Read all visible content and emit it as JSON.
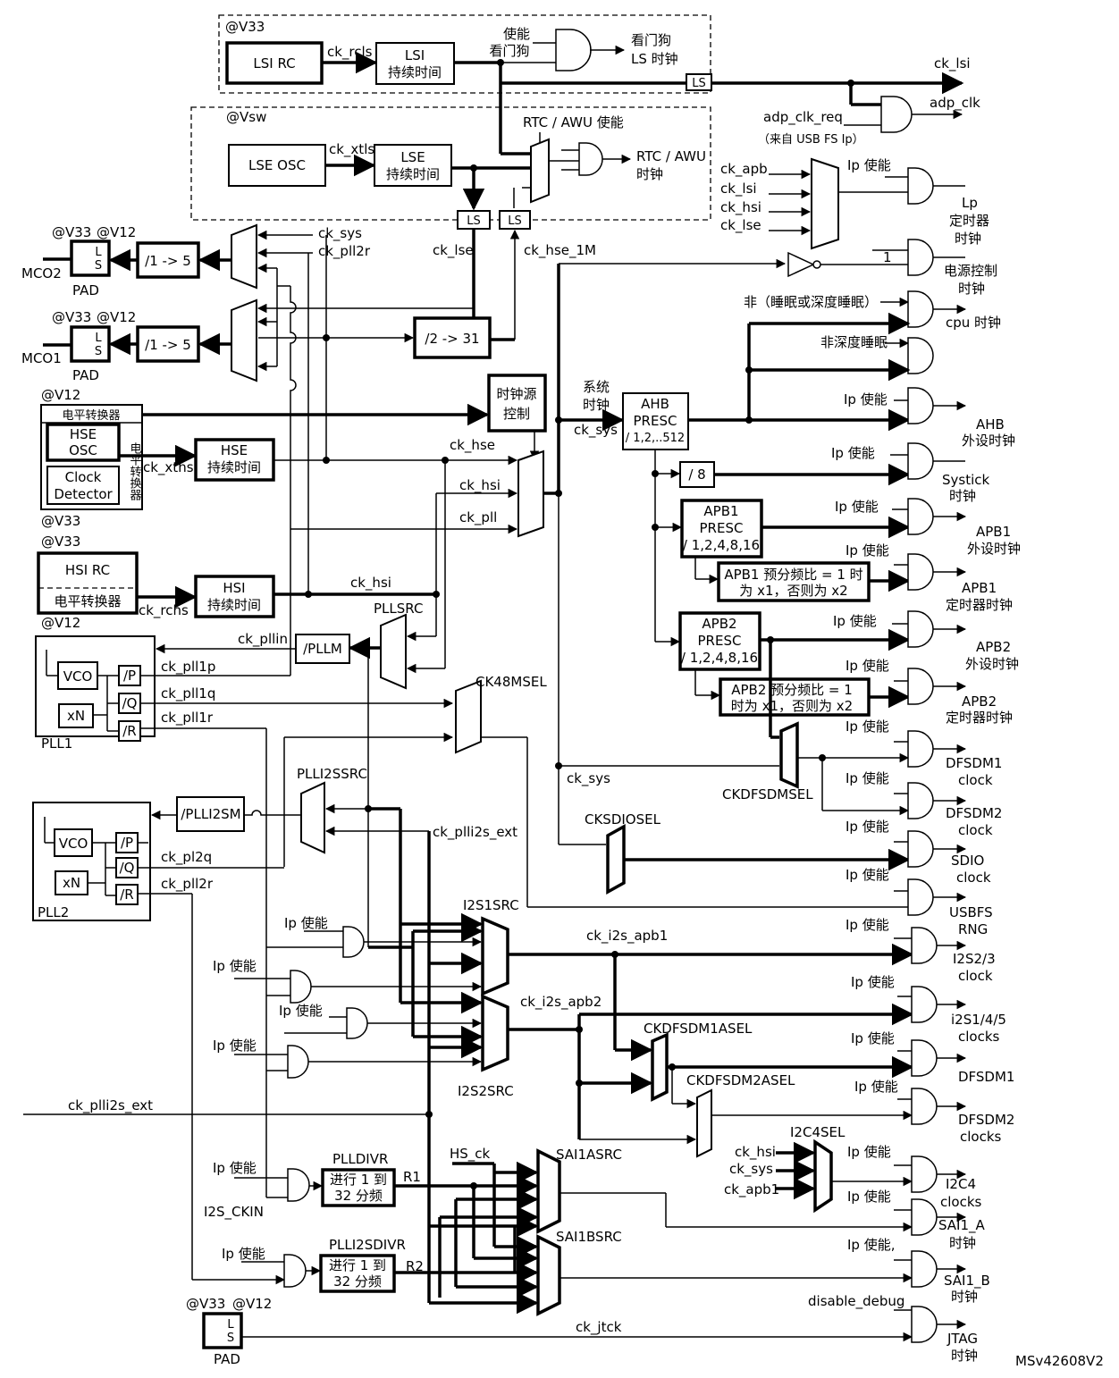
{
  "domains": {
    "v33": "@V33",
    "vsw": "@Vsw",
    "v12": "@V12"
  },
  "blocks": {
    "lsi_rc": "LSI RC",
    "lsi_dur_1": "LSI",
    "lsi_dur_2": "持续时间",
    "lse_osc": "LSE OSC",
    "lse_dur_1": "LSE",
    "lse_dur_2": "持续时间",
    "hse_osc_1": "HSE",
    "hse_osc_2": "OSC",
    "clock_det_1": "Clock",
    "clock_det_2": "Detector",
    "level_shifter": "电平转换器",
    "level_shifter_v": "电平转换器",
    "hse_dur_1": "HSE",
    "hse_dur_2": "持续时间",
    "hsi_rc": "HSI RC",
    "hsi_dur_1": "HSI",
    "hsi_dur_2": "持续时间",
    "clk_src_ctrl_1": "时钟源",
    "clk_src_ctrl_2": "控制",
    "div_mco": "/1 -> 5",
    "div_2_31": "/2 -> 31",
    "pllm": "/PLLM",
    "plli2sm": "/PLLI2SM",
    "vco": "VCO",
    "xn": "xN",
    "p": "/P",
    "q": "/Q",
    "r": "/R",
    "pll1": "PLL1",
    "pll2": "PLL2",
    "ahb_1": "AHB",
    "ahb_2": "PRESC",
    "ahb_3": "/ 1,2,..512",
    "apb1_1": "APB1",
    "apb1_2": "PRESC",
    "apb1_3": "/ 1,2,4,8,16",
    "apb2_1": "APB2",
    "apb2_2": "PRESC",
    "apb2_3": "/ 1,2,4,8,16",
    "div8": "/ 8",
    "apb1_tim_1": "APB1 预分频比 = 1 时",
    "apb1_tim_2": "为 x1，否则为 x2",
    "apb2_tim_1": "APB2 预分频比 = 1",
    "apb2_tim_2": "时为 x1，否则为 x2",
    "plldivr": "PLLDIVR",
    "plli2sdivr": "PLLI2SDIVR",
    "div_1_32_1": "进行 1 到",
    "div_1_32_2": "32 分频",
    "pad": "PAD",
    "l": "L",
    "s": "S",
    "ls": "LS"
  },
  "signals": {
    "ck_rcls": "ck_rcls",
    "ck_xtls": "ck_xtls",
    "ck_xths": "ck_xths",
    "ck_rchs": "ck_rchs",
    "ck_lsi": "ck_lsi",
    "adp_clk": "adp_clk",
    "adp_clk_req": "adp_clk_req",
    "from_usb": "（来自 USB FS Ip）",
    "ck_lse": "ck_lse",
    "ck_hse_1m": "ck_hse_1M",
    "ck_sys": "ck_sys",
    "ck_pll2r": "ck_pll2r",
    "ck_hse": "ck_hse",
    "ck_hsi": "ck_hsi",
    "ck_pll": "ck_pll",
    "ck_pllin": "ck_pllin",
    "ck_pll1p": "ck_pll1p",
    "ck_pll1q": "ck_pll1q",
    "ck_pll1r": "ck_pll1r",
    "ck_pl2q": "ck_pl2q",
    "ck_pll2r_b": "ck_pll2r",
    "ck_plli2s_ext": "ck_plli2s_ext",
    "ck_i2s_apb1": "ck_i2s_apb1",
    "ck_i2s_apb2": "ck_i2s_apb2",
    "hs_ck": "HS_ck",
    "ck_apb": "ck_apb",
    "ck_apb1": "ck_apb1",
    "ck_jtck": "ck_jtck",
    "disable_debug": "disable_debug",
    "r1": "R1",
    "r2": "R2",
    "i2s_ckin": "I2S_CKIN",
    "mco1": "MCO1",
    "mco2": "MCO2",
    "sys_clk_1": "系统",
    "sys_clk_2": "时钟",
    "one": "1",
    "enable_1": "使能",
    "enable_2": "看门狗",
    "rtc_enable": "RTC / AWU 使能",
    "ip_en": "Ip 使能",
    "ip_en_comma": "Ip 使能,",
    "not_sleep": "非（睡眠或深度睡眠）",
    "not_deep": "非深度睡眠"
  },
  "mux_labels": {
    "pllsrc": "PLLSRC",
    "ck48msel": "CK48MSEL",
    "plli2ssrc": "PLLI2SSRC",
    "cksdiosel": "CKSDIOSEL",
    "ckdfsdmsel": "CKDFSDMSEL",
    "i2s1src": "I2S1SRC",
    "i2s2src": "I2S2SRC",
    "ckdfsdm1asel": "CKDFSDM1ASEL",
    "ckdfsdm2asel": "CKDFSDM2ASEL",
    "i2c4sel": "I2C4SEL",
    "sai1asrc": "SAI1ASRC",
    "sai1bsrc": "SAI1BSRC"
  },
  "outputs": {
    "wdg_1": "看门狗",
    "wdg_2": "LS 时钟",
    "rtc_1": "RTC / AWU",
    "rtc_2": "时钟",
    "lp_1": "Lp",
    "lp_2": "定时器",
    "lp_3": "时钟",
    "pwr_1": "电源控制",
    "pwr_2": "时钟",
    "cpu": "cpu 时钟",
    "ahb_1": "AHB",
    "ahb_2": "外设时钟",
    "systick_1": "Systick",
    "systick_2": "时钟",
    "apb1p_1": "APB1",
    "apb1p_2": "外设时钟",
    "apb1t_1": "APB1",
    "apb1t_2": "定时器时钟",
    "apb2p_1": "APB2",
    "apb2p_2": "外设时钟",
    "apb2t_1": "APB2",
    "apb2t_2": "定时器时钟",
    "dfsdm1_1": "DFSDM1",
    "dfsdm1_2": "clock",
    "dfsdm2_1": "DFSDM2",
    "dfsdm2_2": "clock",
    "sdio_1": "SDIO",
    "sdio_2": "clock",
    "usbfs": "USBFS",
    "rng": "RNG",
    "i2s23_1": "I2S2/3",
    "i2s23_2": "clock",
    "i2s145_1": "i2S1/4/5",
    "i2s145_2": "clocks",
    "dfsdm1a": "DFSDM1",
    "dfsdm2a_1": "DFSDM2",
    "dfsdm2a_2": "clocks",
    "i2c4_1": "I2C4",
    "i2c4_2": "clocks",
    "sai1a_1": "SAI1_A",
    "sai1a_2": "时钟",
    "sai1b_1": "SAI1_B",
    "sai1b_2": "时钟",
    "jtag_1": "JTAG",
    "jtag_2": "时钟"
  },
  "doc_id": "MSv42608V2"
}
